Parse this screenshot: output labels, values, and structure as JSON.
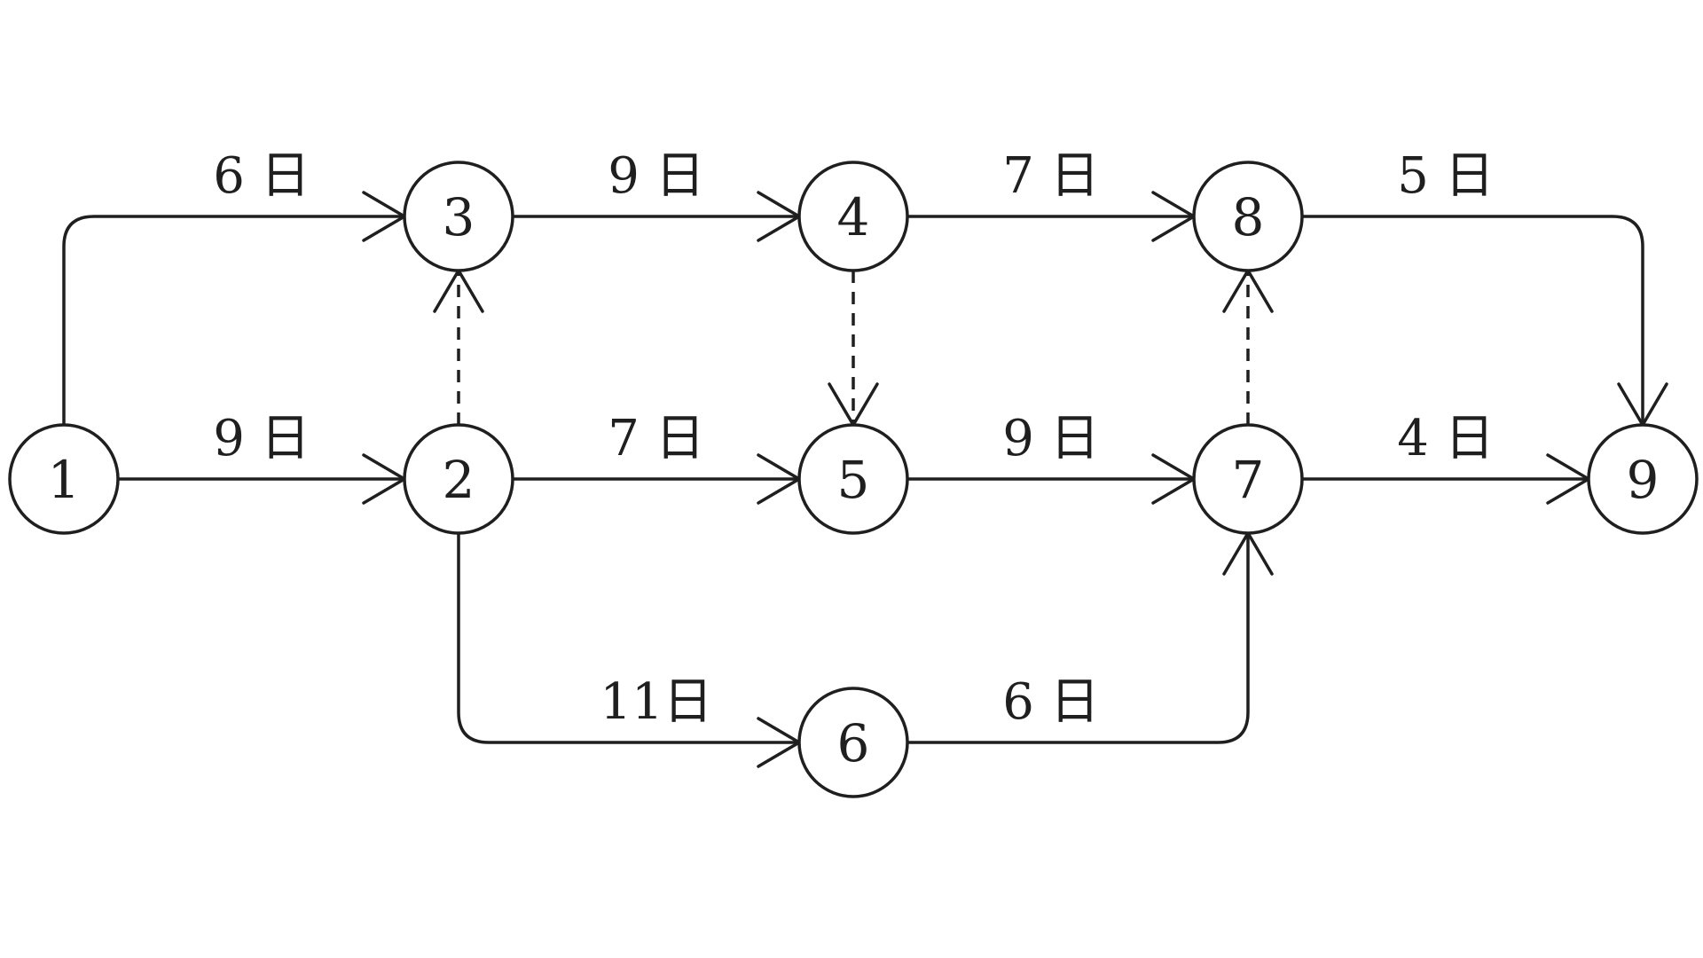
{
  "diagram": {
    "nodes": [
      {
        "id": "1",
        "label": "1"
      },
      {
        "id": "2",
        "label": "2"
      },
      {
        "id": "3",
        "label": "3"
      },
      {
        "id": "4",
        "label": "4"
      },
      {
        "id": "5",
        "label": "5"
      },
      {
        "id": "6",
        "label": "6"
      },
      {
        "id": "7",
        "label": "7"
      },
      {
        "id": "8",
        "label": "8"
      },
      {
        "id": "9",
        "label": "9"
      }
    ],
    "edges": [
      {
        "from": "1",
        "to": "3",
        "label": "6 日",
        "style": "solid"
      },
      {
        "from": "1",
        "to": "2",
        "label": "9 日",
        "style": "solid"
      },
      {
        "from": "3",
        "to": "4",
        "label": "9 日",
        "style": "solid"
      },
      {
        "from": "4",
        "to": "8",
        "label": "7 日",
        "style": "solid"
      },
      {
        "from": "8",
        "to": "9",
        "label": "5 日",
        "style": "solid"
      },
      {
        "from": "2",
        "to": "5",
        "label": "7 日",
        "style": "solid"
      },
      {
        "from": "5",
        "to": "7",
        "label": "9 日",
        "style": "solid"
      },
      {
        "from": "7",
        "to": "9",
        "label": "4 日",
        "style": "solid"
      },
      {
        "from": "2",
        "to": "6",
        "label": "11日",
        "style": "solid"
      },
      {
        "from": "6",
        "to": "7",
        "label": "6 日",
        "style": "solid"
      },
      {
        "from": "2",
        "to": "3",
        "label": "",
        "style": "dashed"
      },
      {
        "from": "4",
        "to": "5",
        "label": "",
        "style": "dashed"
      },
      {
        "from": "7",
        "to": "8",
        "label": "",
        "style": "dashed"
      }
    ]
  }
}
